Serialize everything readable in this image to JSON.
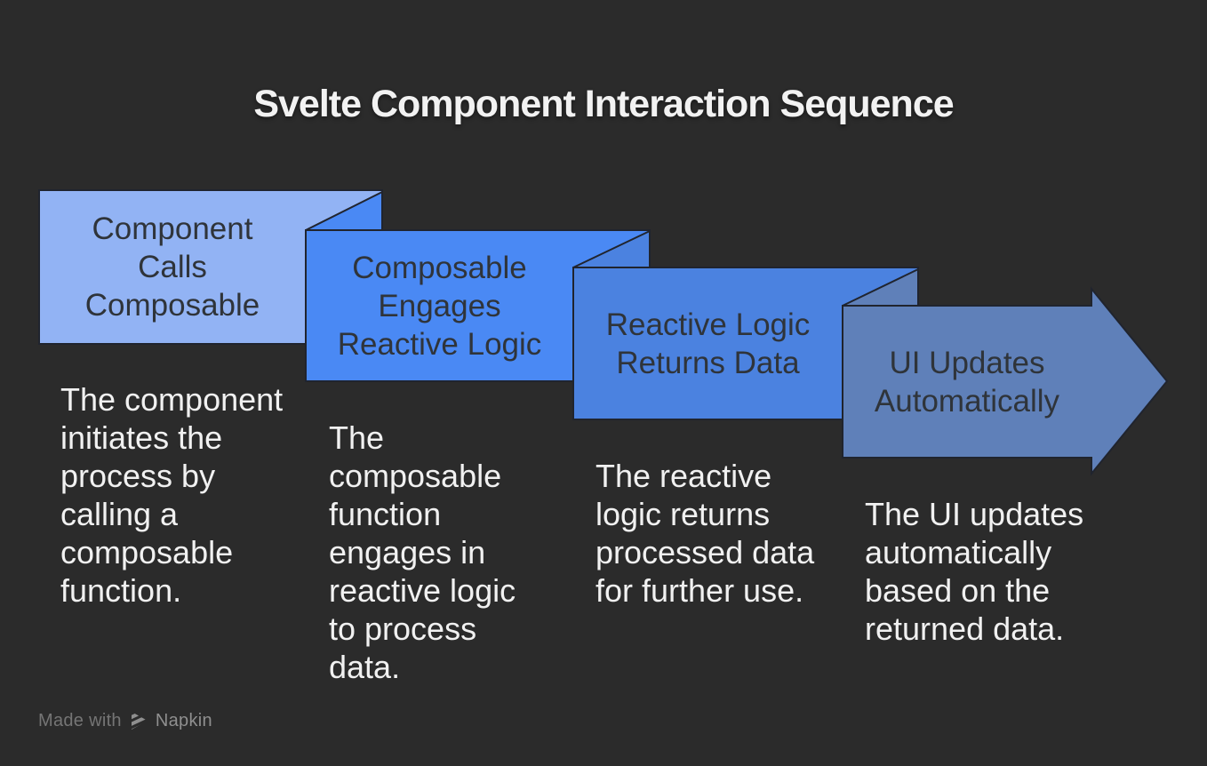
{
  "title": "Svelte Component Interaction Sequence",
  "steps": [
    {
      "label": "Component\nCalls\nComposable",
      "description": "The component\ninitiates the\nprocess by\ncalling a\ncomposable\nfunction.",
      "color": "#92B3F4"
    },
    {
      "label": "Composable\nEngages\nReactive Logic",
      "description": "The\ncomposable\nfunction\nengages in\nreactive logic\nto process\ndata.",
      "color": "#4A89F4"
    },
    {
      "label": "Reactive Logic\nReturns Data",
      "description": "The reactive\nlogic returns\nprocessed data\nfor further use.",
      "color": "#4B82E0"
    },
    {
      "label": "UI Updates\nAutomatically",
      "description": "The UI updates\nautomatically\nbased on the\nreturned data.",
      "color": "#5F80B9"
    }
  ],
  "footer": {
    "made_with": "Made with",
    "brand": "Napkin",
    "logo_icon": "striped-triangle-logo-icon"
  },
  "colors": {
    "background": "#2B2B2B",
    "title_text": "#F2F2F2",
    "label_text": "#2F343A",
    "description_text": "#F1F1F1",
    "shape_outline": "#20242E",
    "footer_text": "#757575",
    "footer_brand_text": "#8F8F8F"
  }
}
